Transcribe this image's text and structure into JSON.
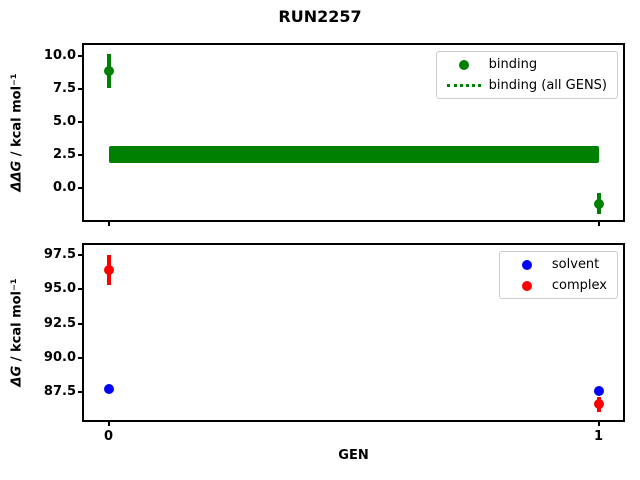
{
  "title": "RUN2257",
  "xlabel": "GEN",
  "colors": {
    "binding": "#008000",
    "solvent": "#0000ff",
    "complex": "#ff0000"
  },
  "chart_data": [
    {
      "type": "scatter",
      "ylabel_math": "ΔΔG",
      "ylabel_rest": " / kcal mol⁻¹",
      "xlim": [
        -0.05,
        1.05
      ],
      "ylim": [
        -2.45,
        10.85
      ],
      "grid": false,
      "legend_position": "upper right",
      "yticks": [
        {
          "v": 10.0,
          "label": "10.0"
        },
        {
          "v": 7.5,
          "label": "7.5"
        },
        {
          "v": 5.0,
          "label": "5.0"
        },
        {
          "v": 2.5,
          "label": "2.5"
        },
        {
          "v": 0.0,
          "label": "0.0"
        }
      ],
      "xticks": [
        {
          "v": 0,
          "label": "0"
        },
        {
          "v": 1,
          "label": "1"
        }
      ],
      "show_xticklabels": false,
      "series": [
        {
          "name": "binding",
          "color": "#008000",
          "x": [
            0,
            1
          ],
          "y": [
            8.9,
            -1.2
          ],
          "yerr": [
            1.3,
            0.8
          ]
        }
      ],
      "hline": {
        "name": "binding (all GENS)",
        "color": "#008000",
        "linestyle": "dotted-thick",
        "y": 2.5,
        "half_width": 0.65,
        "x0": 0,
        "x1": 1
      }
    },
    {
      "type": "scatter",
      "ylabel_math": "ΔG",
      "ylabel_rest": " / kcal mol⁻¹",
      "xlim": [
        -0.05,
        1.05
      ],
      "ylim": [
        85.45,
        98.25
      ],
      "grid": false,
      "legend_position": "upper right",
      "yticks": [
        {
          "v": 97.5,
          "label": "97.5"
        },
        {
          "v": 95.0,
          "label": "95.0"
        },
        {
          "v": 92.5,
          "label": "92.5"
        },
        {
          "v": 90.0,
          "label": "90.0"
        },
        {
          "v": 87.5,
          "label": "87.5"
        }
      ],
      "xticks": [
        {
          "v": 0,
          "label": "0"
        },
        {
          "v": 1,
          "label": "1"
        }
      ],
      "show_xticklabels": true,
      "series": [
        {
          "name": "solvent",
          "color": "#0000ff",
          "x": [
            0,
            1
          ],
          "y": [
            87.7,
            87.6
          ],
          "yerr": [
            0.1,
            0.1
          ]
        },
        {
          "name": "complex",
          "color": "#ff0000",
          "x": [
            0,
            1
          ],
          "y": [
            96.4,
            86.6
          ],
          "yerr": [
            1.1,
            0.55
          ]
        }
      ]
    }
  ]
}
